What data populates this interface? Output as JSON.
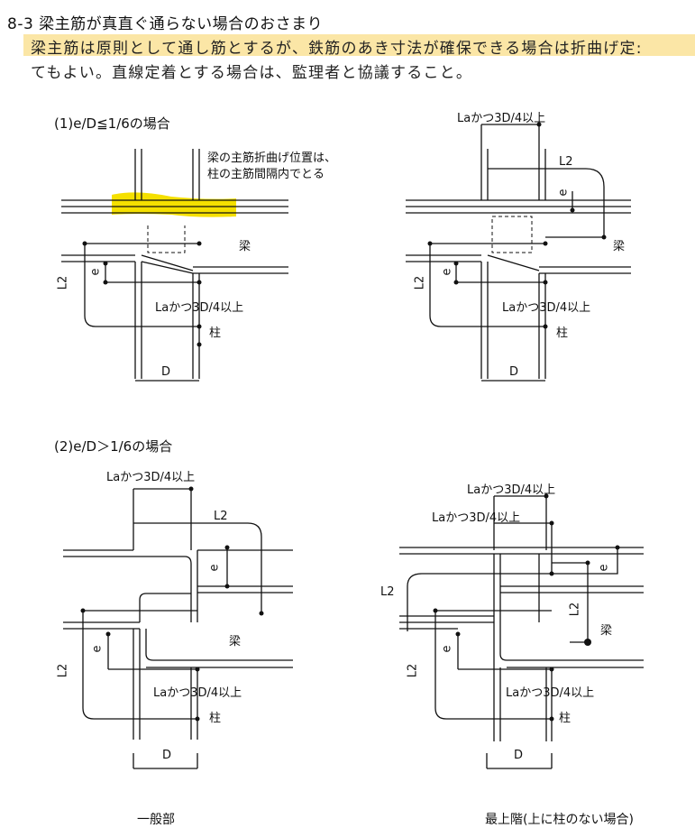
{
  "heading": "8-3 梁主筋が真直ぐ通らない場合のおさまり",
  "body_line1": "梁主筋は原則として通し筋とするが、鉄筋のあき寸法が確保できる場合は折曲げ定:",
  "body_line2": "てもよい。直線定着とする場合は、監理者と協議すること。",
  "case1_title": "(1)e/D≦1/6の場合",
  "case2_title": "(2)e/D＞1/6の場合",
  "note": [
    "梁の主筋折曲げ位置は、",
    "柱の主筋間隔内でとる"
  ],
  "labels": {
    "la": "Laかつ3D/4以上",
    "l2": "L2",
    "e": "e",
    "d": "D",
    "beam": "梁",
    "column": "柱"
  },
  "captions": {
    "general": "一般部",
    "top_floor": "最上階(上に柱のない場合)"
  },
  "colors": {
    "highlight_yellow": "#f5e000",
    "text_highlight": "#fbe6a6"
  }
}
